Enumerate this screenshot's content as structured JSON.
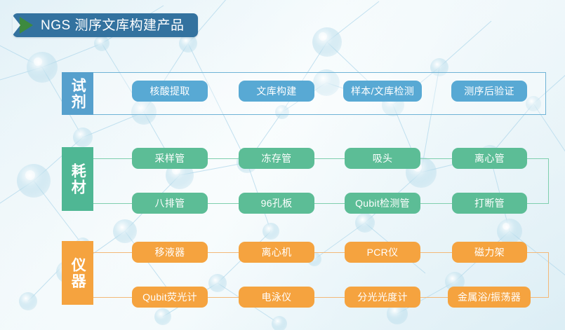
{
  "banner": {
    "title": "NGS 测序文库构建产品",
    "arrow_icon": "play-triangle-icon",
    "bg_color": "#33729f",
    "arrow_color": "#3d8a3f"
  },
  "colors": {
    "reagent": "#56a0cd",
    "reagent_pill": "#58a9d4",
    "consumable": "#4fb794",
    "consumable_pill": "#5cbd96",
    "instrument": "#f5a33f",
    "instrument_pill": "#f5a33f",
    "page_bg": "#eaf5f9"
  },
  "rows": [
    {
      "id": "reagent",
      "category_label": "试剂",
      "items": [
        {
          "label": "核酸提取"
        },
        {
          "label": "文库构建"
        },
        {
          "label": "样本/文库检测"
        },
        {
          "label": "测序后验证"
        }
      ]
    },
    {
      "id": "consumable",
      "category_label": "耗材",
      "line1": [
        {
          "label": "采样管"
        },
        {
          "label": "冻存管"
        },
        {
          "label": "吸头"
        },
        {
          "label": "离心管"
        }
      ],
      "line2": [
        {
          "label": "八排管"
        },
        {
          "label": "96孔板"
        },
        {
          "label": "Qubit检测管"
        },
        {
          "label": "打断管"
        }
      ]
    },
    {
      "id": "instrument",
      "category_label": "仪器",
      "line1": [
        {
          "label": "移液器"
        },
        {
          "label": "离心机"
        },
        {
          "label": "PCR仪"
        },
        {
          "label": "磁力架"
        }
      ],
      "line2": [
        {
          "label": "Qubit荧光计"
        },
        {
          "label": "电泳仪"
        },
        {
          "label": "分光光度计"
        },
        {
          "label": "金属浴/振荡器"
        }
      ]
    }
  ]
}
